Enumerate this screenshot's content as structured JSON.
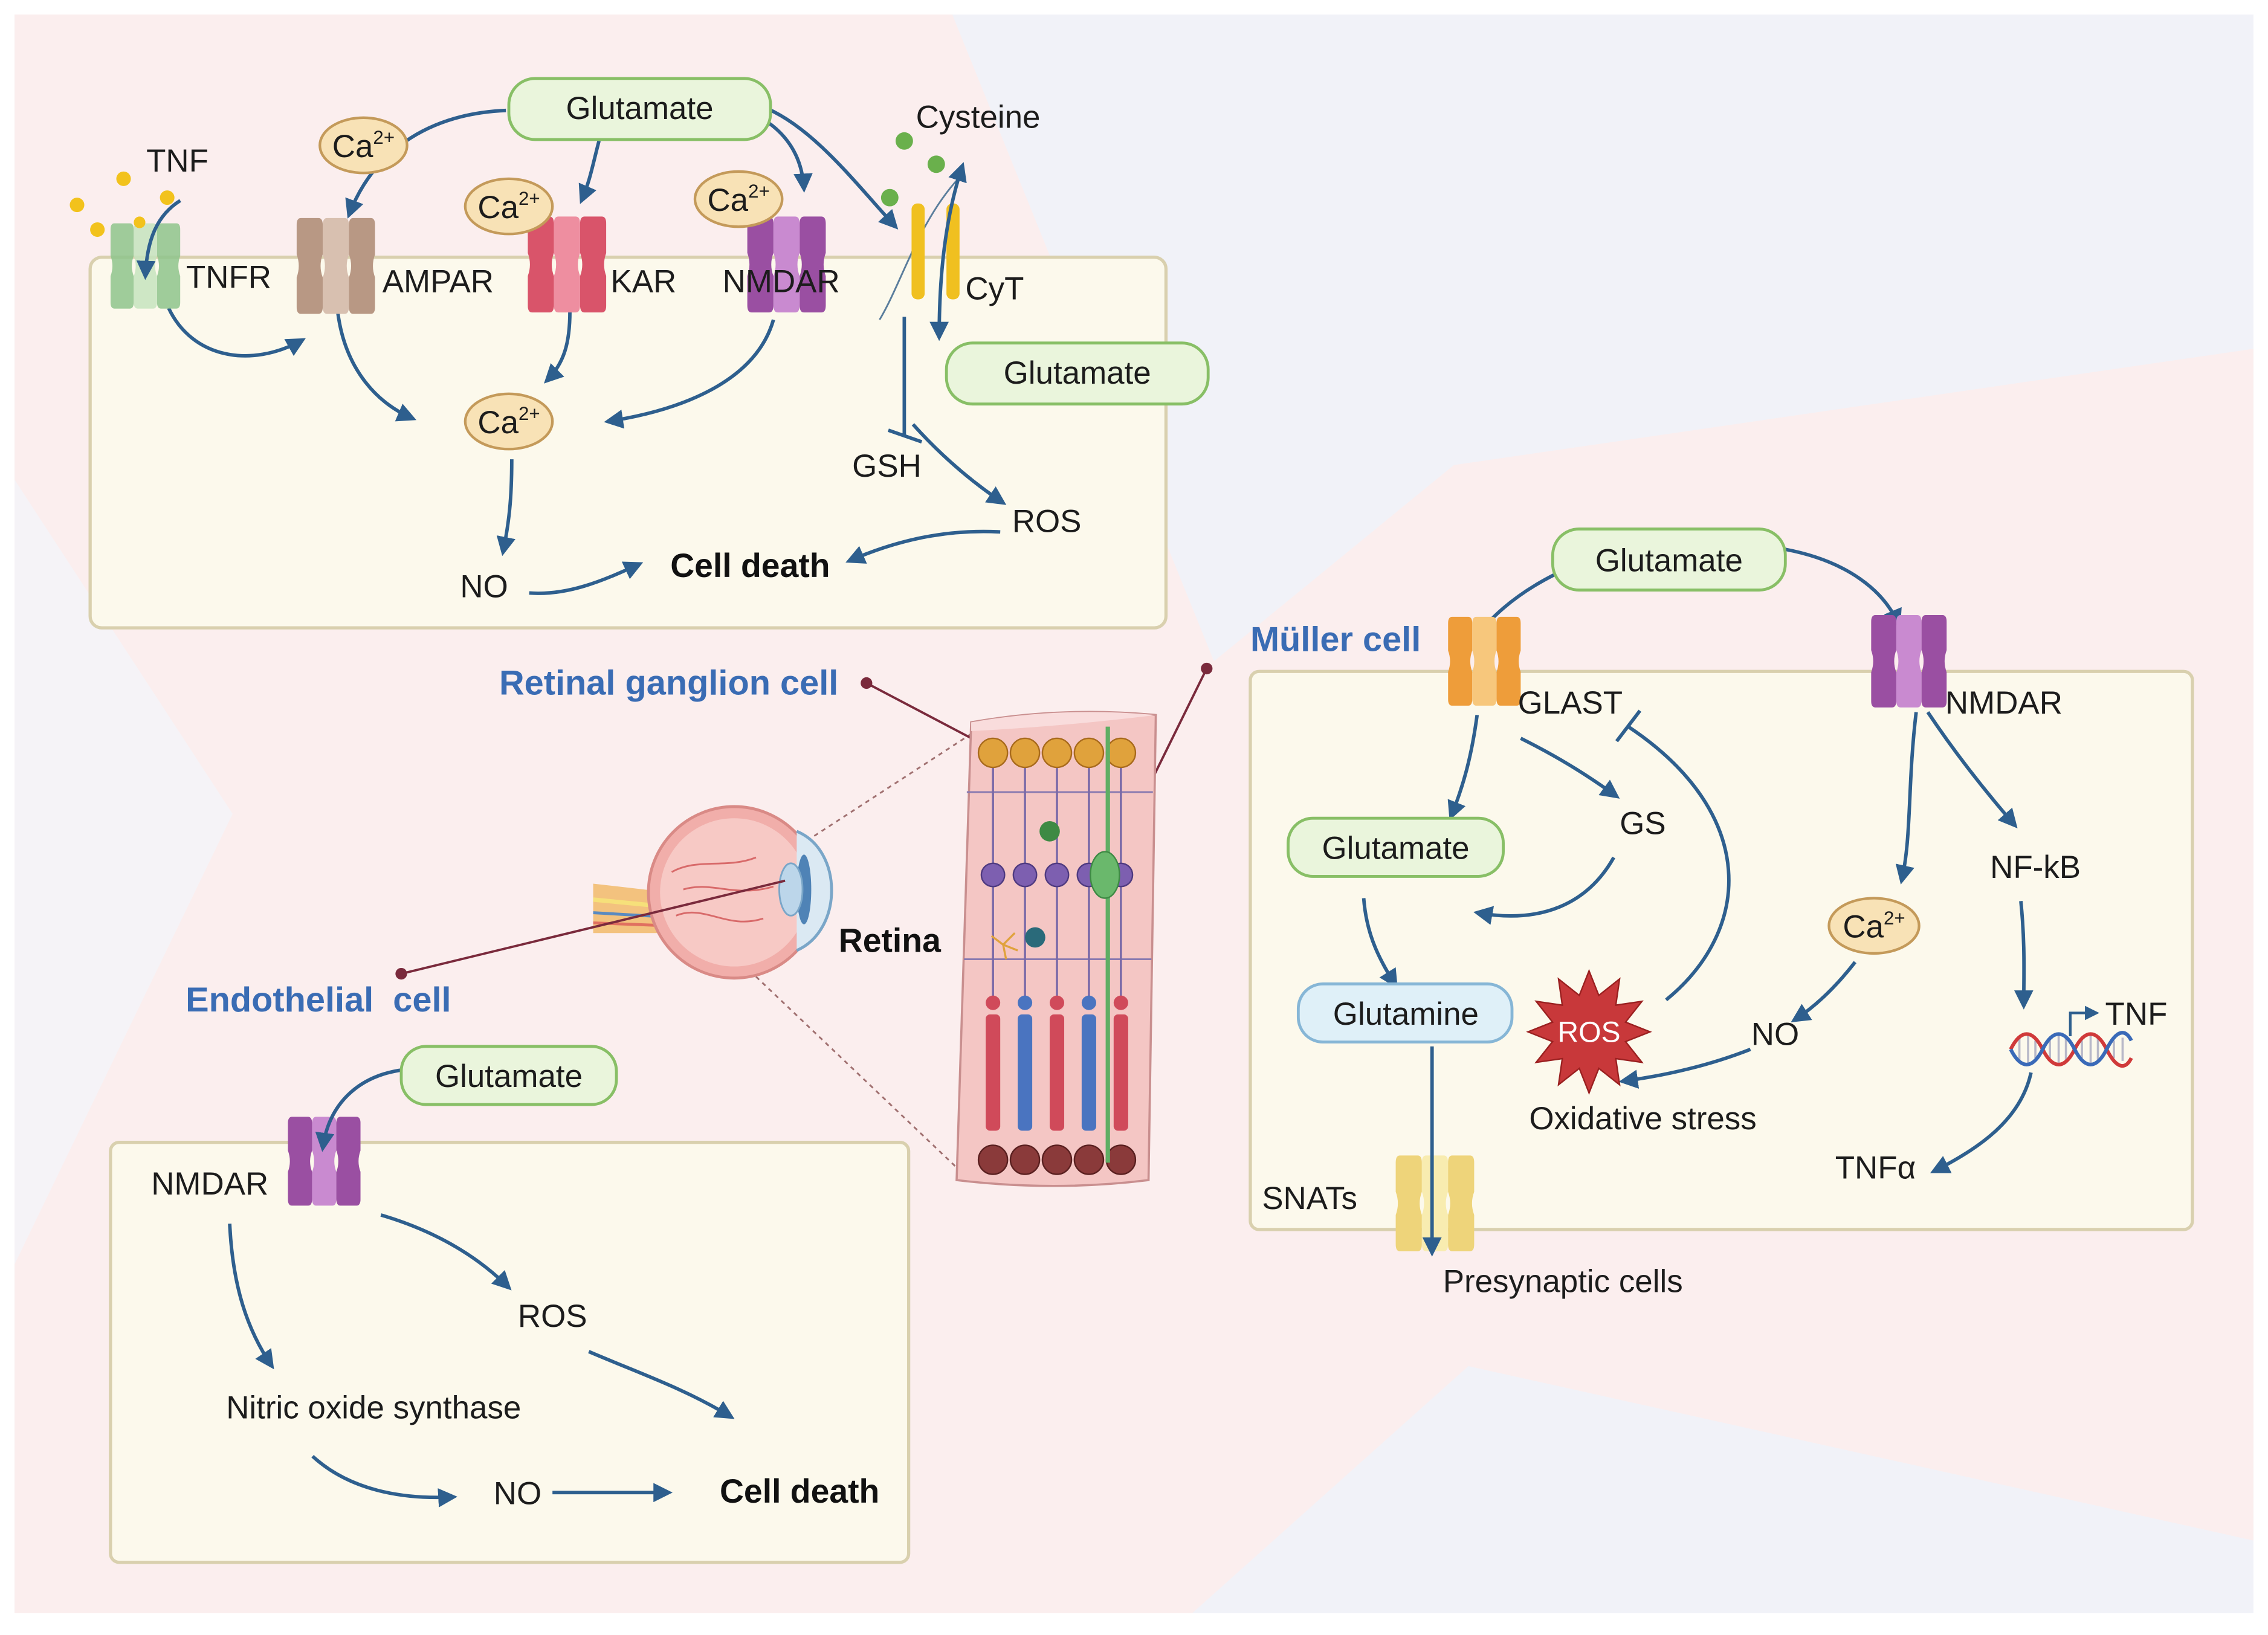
{
  "figure": {
    "rgc": {
      "label": "Retinal ganglion cell",
      "glutamate_outside": "Glutamate",
      "cysteine": "Cysteine",
      "tnf": "TNF",
      "tnfr": "TNFR",
      "ampar": "AMPAR",
      "kar": "KAR",
      "nmdar": "NMDAR",
      "cyt": "CyT",
      "glutamate_inside": "Glutamate",
      "gsh": "GSH",
      "ros": "ROS",
      "no": "NO",
      "cell_death": "Cell death",
      "calcium": [
        {
          "base": "Ca",
          "charge": "2+"
        },
        {
          "base": "Ca",
          "charge": "2+"
        },
        {
          "base": "Ca",
          "charge": "2+"
        },
        {
          "base": "Ca",
          "charge": "2+"
        }
      ]
    },
    "muller": {
      "label": "Müller cell",
      "glutamate_outside": "Glutamate",
      "glast": "GLAST",
      "nmdar": "NMDAR",
      "gs": "GS",
      "glutamate_inside": "Glutamate",
      "nfkb": "NF-kB",
      "calcium": {
        "base": "Ca",
        "charge": "2+"
      },
      "glutamine": "Glutamine",
      "ros": "ROS",
      "no": "NO",
      "tnf": "TNF",
      "oxidative_stress": "Oxidative stress",
      "tnf_alpha": "TNFα",
      "snats": "SNATs",
      "presynaptic_cells": "Presynaptic cells"
    },
    "endothelial": {
      "label": "Endothelial  cell",
      "glutamate": "Glutamate",
      "nmdar": "NMDAR",
      "ros": "ROS",
      "nos": "Nitric oxide synthase",
      "no": "NO",
      "cell_death": "Cell death"
    },
    "retina": {
      "label": "Retina"
    }
  },
  "icons": {
    "receptor": "ion-channel-icon",
    "transporter": "transporter-icon",
    "eye": "eye-icon",
    "retina": "retina-section-icon",
    "dna": "dna-helix-icon",
    "ros": "ros-burst-icon"
  },
  "colors": {
    "arrow": "#2e5f8e",
    "label_blue": "#3a6cb4",
    "panel_fill": "#fcf9ec",
    "glutamate_pill": "#eaf5dc",
    "glutamine_pill": "#dff0f8",
    "calcium": "#f8e2b6",
    "ros": "#c8383a",
    "nmdar": "#9a4fa2",
    "ampar": "#b89884",
    "kar": "#d9546a",
    "tnfr": "#8fc58c",
    "glast": "#ee9d3a",
    "snat": "#eed47a",
    "cyt": "#f0c020"
  }
}
